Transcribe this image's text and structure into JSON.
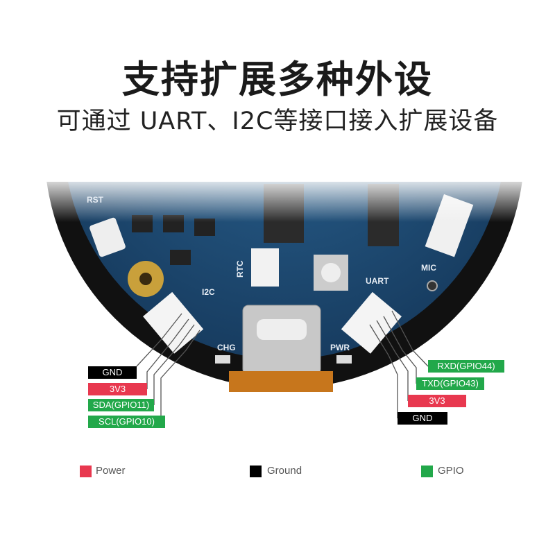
{
  "header": {
    "title": "支持扩展多种外设",
    "subtitle": "可通过 UART、I2C等接口接入扩展设备"
  },
  "board_labels": {
    "rst": "RST",
    "rtc": "RTC",
    "i2c": "I2C",
    "uart": "UART",
    "mic": "MIC",
    "chg": "CHG",
    "pwr": "PWR"
  },
  "i2c_pins": [
    {
      "label": "GND",
      "type": "ground"
    },
    {
      "label": "3V3",
      "type": "power"
    },
    {
      "label": "SDA(GPIO11)",
      "type": "gpio"
    },
    {
      "label": "SCL(GPIO10)",
      "type": "gpio"
    }
  ],
  "uart_pins": [
    {
      "label": "RXD(GPIO44)",
      "type": "gpio"
    },
    {
      "label": "TXD(GPIO43)",
      "type": "gpio"
    },
    {
      "label": "3V3",
      "type": "power"
    },
    {
      "label": "GND",
      "type": "ground"
    }
  ],
  "legend": [
    {
      "label": "Power",
      "color": "#e8384f"
    },
    {
      "label": "Ground",
      "color": "#000000"
    },
    {
      "label": "GPIO",
      "color": "#22a84a"
    }
  ],
  "colors": {
    "power": "#e8384f",
    "ground": "#000000",
    "gpio": "#22a84a",
    "pcb": "#1f4f7a"
  }
}
